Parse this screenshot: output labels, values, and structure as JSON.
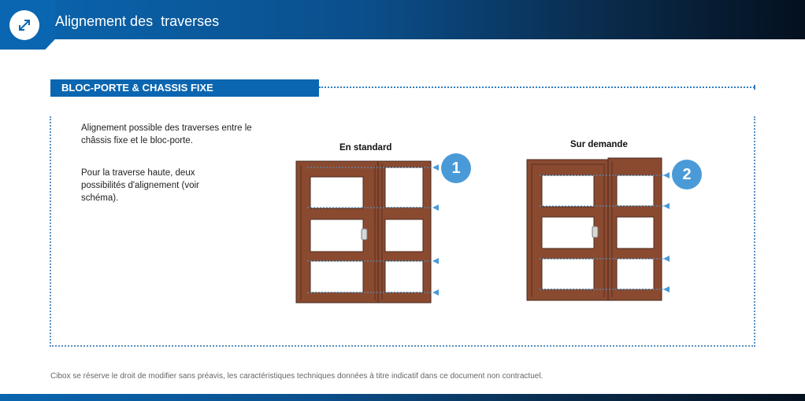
{
  "header": {
    "title": "Alignement des  traverses",
    "logo_icon": "diagonal-arrows-icon",
    "accent_color": "#0a66b0"
  },
  "section": {
    "title": "BLOC-PORTE & CHASSIS FIXE"
  },
  "description": {
    "paragraph_1": "Alignement possible des traverses entre le châssis fixe et le bloc-porte.",
    "paragraph_2": "Pour la traverse haute, deux possibilités d'alignement (voir schéma)."
  },
  "diagrams": [
    {
      "label": "En standard",
      "badge": "1"
    },
    {
      "label": "Sur demande",
      "badge": "2"
    }
  ],
  "colors": {
    "frame_wood": "#8a4a30",
    "glass": "#ffffff",
    "alignment_line": "#4a9ad8"
  },
  "footer": {
    "disclaimer": "Cibox se réserve le droit de modifier sans préavis, les caractéristiques techniques données à titre indicatif dans ce document non contractuel."
  }
}
